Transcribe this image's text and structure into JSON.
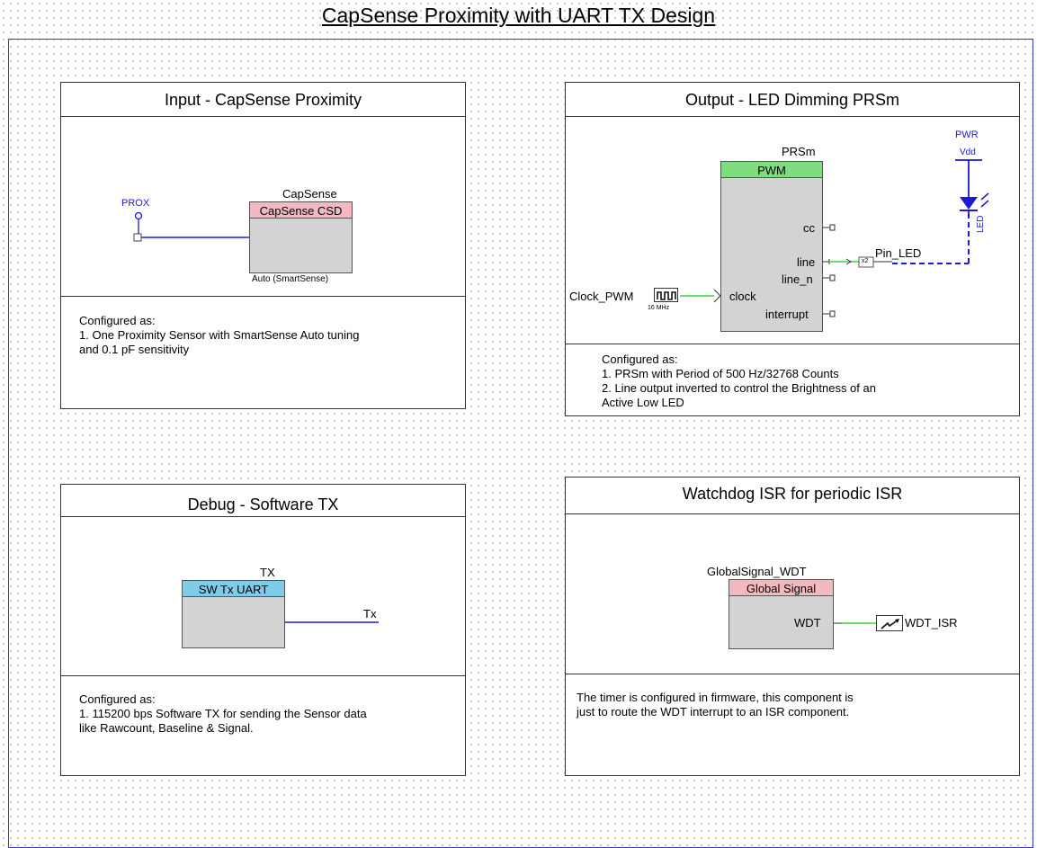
{
  "title": "CapSense Proximity with UART TX Design",
  "colors": {
    "wire_blue": "#1a1ad6",
    "wire_green": "#3bd43b",
    "header_pink": "#f4b9c0",
    "header_green": "#7fdc7f",
    "header_cyan": "#7fcce8",
    "component_body": "#d3d3d3"
  },
  "panels": {
    "input": {
      "title": "Input - CapSense Proximity",
      "component": {
        "instance": "CapSense",
        "type": "CapSense CSD",
        "footer": "Auto (SmartSense)"
      },
      "pin_label": "PROX",
      "notes": [
        "Configured as:",
        "1. One Proximity Sensor with SmartSense Auto tuning",
        "and 0.1 pF sensitivity"
      ]
    },
    "output": {
      "title": "Output - LED Dimming PRSm",
      "component": {
        "instance": "PRSm",
        "type": "PWM",
        "terminals": [
          "cc",
          "line",
          "line_n",
          "interrupt"
        ],
        "clock_terminal": "clock"
      },
      "clock": {
        "name": "Clock_PWM",
        "freq": "16 MHz"
      },
      "pin": {
        "name": "Pin_LED",
        "badge": "x2"
      },
      "power": {
        "label": "PWR",
        "net": "Vdd"
      },
      "led_label": "LED",
      "notes": [
        "Configured as:",
        "1. PRSm with Period of 500 Hz/32768 Counts",
        "2. Line output inverted to control the Brightness of an",
        "Active Low LED"
      ]
    },
    "debug": {
      "title": "Debug - Software TX",
      "component": {
        "instance": "TX",
        "type": "SW Tx UART"
      },
      "net_label": "Tx",
      "notes": [
        "Configured as:",
        "1. 115200 bps Software TX for sending the Sensor data",
        "like Rawcount, Baseline & Signal."
      ]
    },
    "watchdog": {
      "title": "Watchdog ISR for periodic ISR",
      "component": {
        "instance": "GlobalSignal_WDT",
        "type": "Global Signal",
        "terminal": "WDT"
      },
      "isr": "WDT_ISR",
      "notes": [
        "The timer is configured in firmware, this component is",
        "just to route the WDT interrupt to an ISR component."
      ]
    }
  }
}
